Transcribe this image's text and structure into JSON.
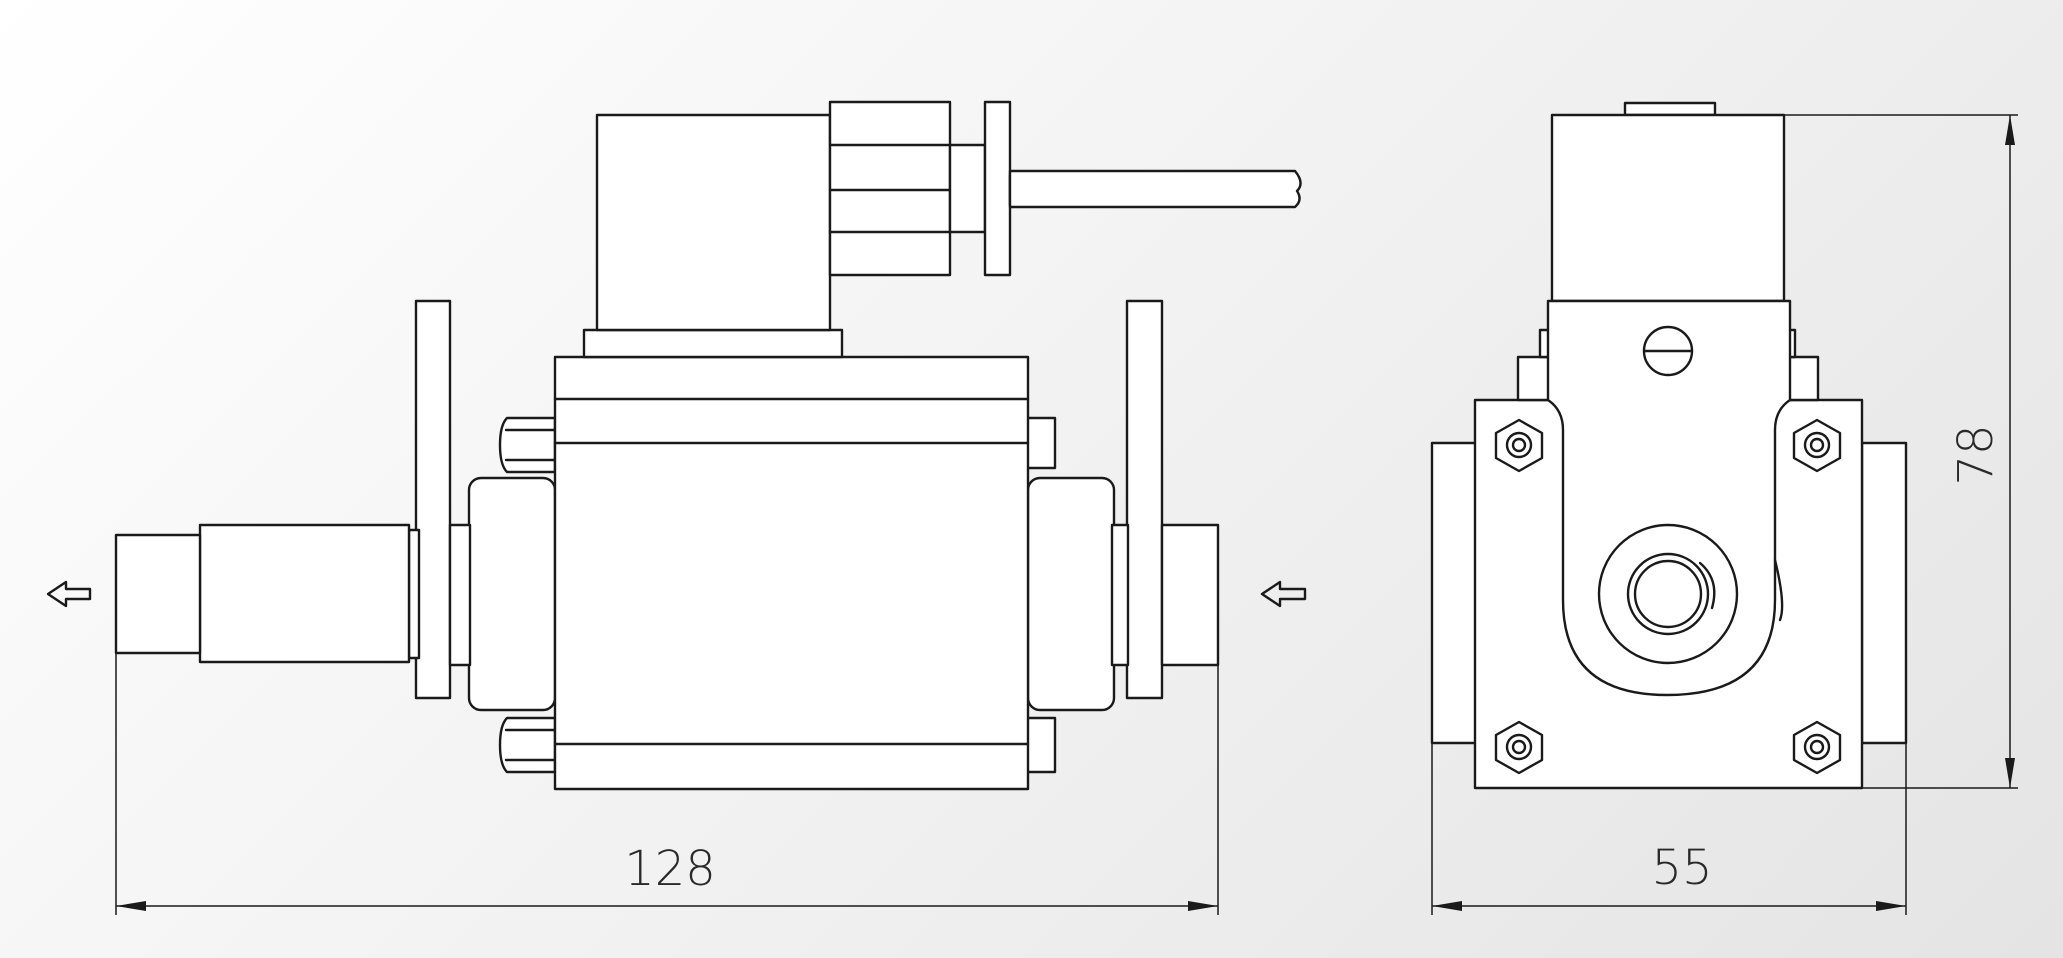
{
  "dimensions": {
    "overall_length": "128",
    "side_width": "55",
    "side_height": "78"
  },
  "colors": {
    "line": "#1a1a1a",
    "part_fill": "#ffffff",
    "background_light": "#ffffff",
    "background_dark": "#e4e4e4"
  },
  "icons": {
    "flow_arrow": "flow-direction-arrow-left"
  }
}
